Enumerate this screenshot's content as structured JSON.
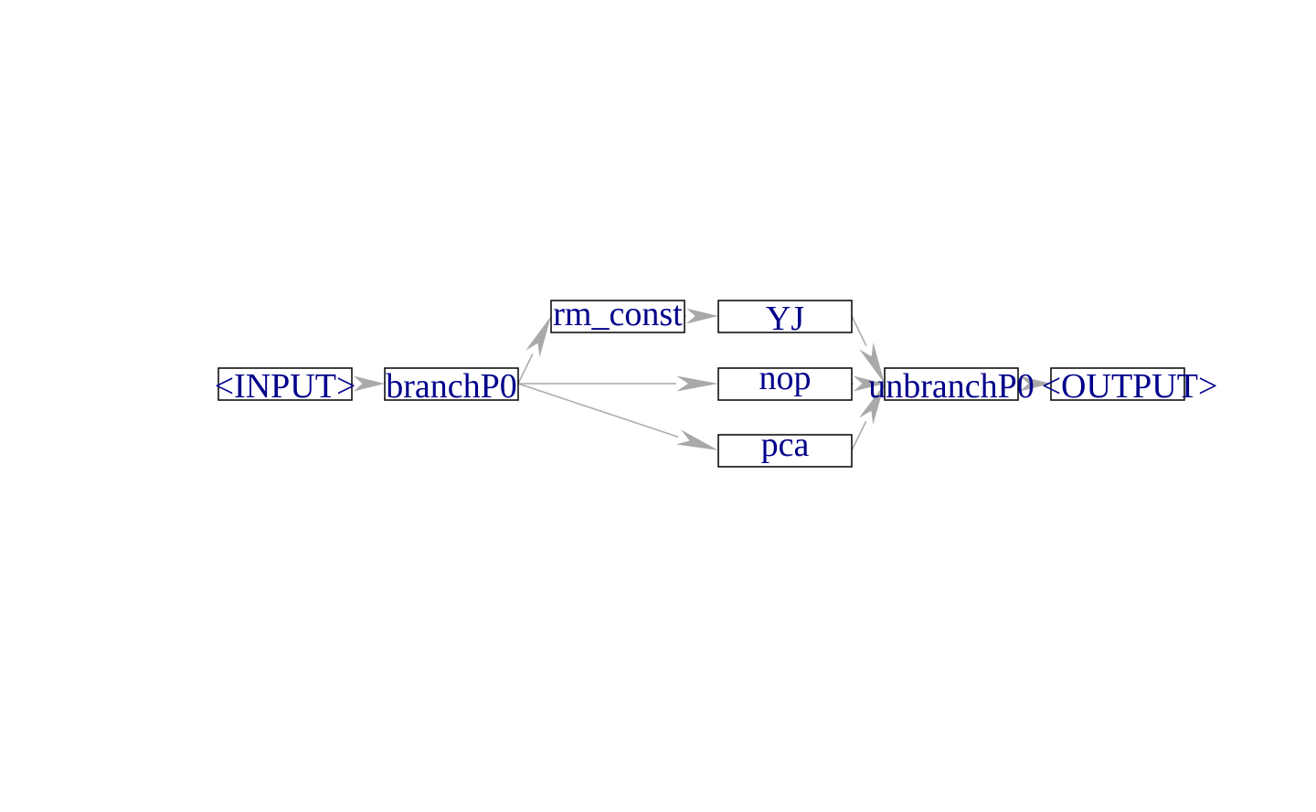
{
  "diagram": {
    "nodes": [
      {
        "id": "input",
        "label": "<INPUT>"
      },
      {
        "id": "branch",
        "label": "branchP0"
      },
      {
        "id": "rm_const",
        "label": "rm_const"
      },
      {
        "id": "yj",
        "label": "YJ"
      },
      {
        "id": "nop",
        "label": "nop"
      },
      {
        "id": "pca",
        "label": "pca"
      },
      {
        "id": "unbranch",
        "label": "unbranchP0"
      },
      {
        "id": "output",
        "label": "<OUTPUT>"
      }
    ],
    "edges": [
      {
        "from": "input",
        "to": "branch"
      },
      {
        "from": "branch",
        "to": "rm_const"
      },
      {
        "from": "branch",
        "to": "nop"
      },
      {
        "from": "branch",
        "to": "pca"
      },
      {
        "from": "rm_const",
        "to": "yj"
      },
      {
        "from": "yj",
        "to": "unbranch"
      },
      {
        "from": "nop",
        "to": "unbranch"
      },
      {
        "from": "pca",
        "to": "unbranch"
      },
      {
        "from": "unbranch",
        "to": "output"
      }
    ],
    "colors": {
      "label": "#00008b",
      "edge": "#a9a9a9",
      "box_border": "#000000",
      "background": "#ffffff"
    }
  }
}
